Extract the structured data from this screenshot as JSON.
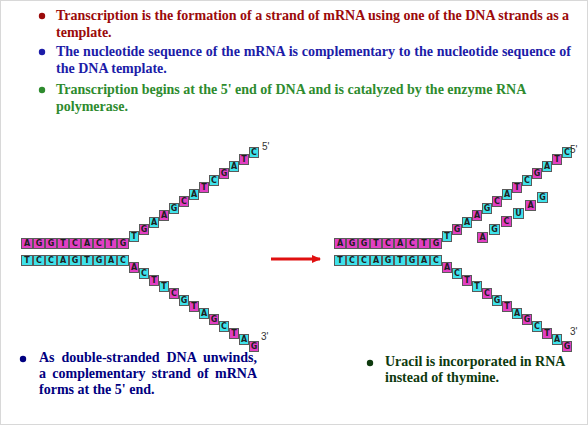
{
  "diagram": {
    "nodes": [
      {
        "text": [
          "A"
        ]
      },
      {
        "text": [
          "G"
        ]
      },
      {
        "text": [
          "G"
        ]
      },
      {
        "text": [
          "T"
        ]
      },
      {
        "text": [
          "C"
        ]
      },
      {
        "text": [
          "A"
        ]
      },
      {
        "text": [
          "C"
        ]
      },
      {
        "text": [
          "T"
        ]
      },
      {
        "text": [
          "G"
        ]
      },
      {
        "text": [
          "T"
        ]
      },
      {
        "text": [
          "G"
        ]
      },
      {
        "text": [
          "A"
        ]
      },
      {
        "text": [
          "A"
        ]
      },
      {
        "text": [
          "G"
        ]
      },
      {
        "text": [
          "C"
        ]
      },
      {
        "text": [
          "A"
        ]
      },
      {
        "text": [
          "T"
        ]
      },
      {
        "text": [
          "C"
        ]
      },
      {
        "text": [
          "G"
        ]
      },
      {
        "text": [
          "A"
        ]
      },
      {
        "text": [
          "T"
        ]
      },
      {
        "text": [
          "C"
        ]
      },
      {
        "text": [
          "T"
        ]
      },
      {
        "text": [
          "C"
        ]
      },
      {
        "text": [
          "C"
        ]
      },
      {
        "text": [
          "A"
        ]
      },
      {
        "text": [
          "G"
        ]
      },
      {
        "text": [
          "T"
        ]
      },
      {
        "text": [
          "G"
        ]
      },
      {
        "text": [
          "A"
        ]
      },
      {
        "text": [
          "C"
        ]
      },
      {
        "text": [
          "A"
        ]
      },
      {
        "text": [
          "C"
        ]
      },
      {
        "text": [
          "T"
        ]
      },
      {
        "text": [
          "T"
        ]
      },
      {
        "text": [
          "C"
        ]
      },
      {
        "text": [
          "G"
        ]
      },
      {
        "text": [
          "T"
        ]
      },
      {
        "text": [
          "A"
        ]
      },
      {
        "text": [
          "G"
        ]
      },
      {
        "text": [
          "C"
        ]
      },
      {
        "text": [
          "T"
        ]
      },
      {
        "text": [
          "A"
        ]
      },
      {
        "text": [
          "G"
        ]
      },
      {
        "text": [
          "A"
        ]
      },
      {
        "text": [
          "G"
        ]
      },
      {
        "text": [
          "G"
        ]
      },
      {
        "text": [
          "T"
        ]
      },
      {
        "text": [
          "C"
        ]
      },
      {
        "text": [
          "A"
        ]
      },
      {
        "text": [
          "C"
        ]
      },
      {
        "text": [
          "T"
        ]
      },
      {
        "text": [
          "G"
        ]
      },
      {
        "text": [
          "T"
        ]
      },
      {
        "text": [
          "G"
        ]
      },
      {
        "text": [
          "A"
        ]
      },
      {
        "text": [
          "A"
        ]
      },
      {
        "text": [
          "G"
        ]
      },
      {
        "text": [
          "C"
        ]
      },
      {
        "text": [
          "A"
        ]
      },
      {
        "text": [
          "T"
        ]
      },
      {
        "text": [
          "C"
        ]
      },
      {
        "text": [
          "G"
        ]
      },
      {
        "text": [
          "A"
        ]
      },
      {
        "text": [
          "T"
        ]
      },
      {
        "text": [
          "C"
        ]
      },
      {
        "text": [
          "A"
        ]
      },
      {
        "text": [
          "G"
        ]
      },
      {
        "text": [
          "C"
        ]
      },
      {
        "text": [
          "U"
        ]
      },
      {
        "text": [
          "A"
        ]
      },
      {
        "text": [
          "G"
        ]
      },
      {
        "text": [
          "T"
        ]
      },
      {
        "text": [
          "C"
        ]
      },
      {
        "text": [
          "C"
        ]
      },
      {
        "text": [
          "A"
        ]
      },
      {
        "text": [
          "G"
        ]
      },
      {
        "text": [
          "T"
        ]
      },
      {
        "text": [
          "G"
        ]
      },
      {
        "text": [
          "A"
        ]
      },
      {
        "text": [
          "C"
        ]
      },
      {
        "text": [
          "A"
        ]
      },
      {
        "text": [
          "C"
        ]
      },
      {
        "text": [
          "T"
        ]
      },
      {
        "text": [
          "T"
        ]
      },
      {
        "text": [
          "C"
        ]
      },
      {
        "text": [
          "G"
        ]
      },
      {
        "text": [
          "T"
        ]
      },
      {
        "text": [
          "A"
        ]
      },
      {
        "text": [
          "G"
        ]
      },
      {
        "text": [
          "C"
        ]
      },
      {
        "text": [
          "T"
        ]
      },
      {
        "text": [
          "A"
        ]
      },
      {
        "text": [
          "G"
        ]
      }
    ],
    "labels": [
      "Transcription is the formation of a strand of mRNA using one of the DNA strands as a template.",
      "The nucleotide sequence of the mRNA is complementary to the nucleotide sequence of the DNA template.",
      "Transcription begins at the 5' end of DNA and is catalyzed by the enzyme RNA polymerase.",
      "5'",
      "5'",
      "3'",
      "3'",
      "As double-stranded DNA unwinds, a complementary strand of mRNA forms at the 5' end.",
      "Uracil is incorporated in RNA instead of thymine."
    ]
  }
}
